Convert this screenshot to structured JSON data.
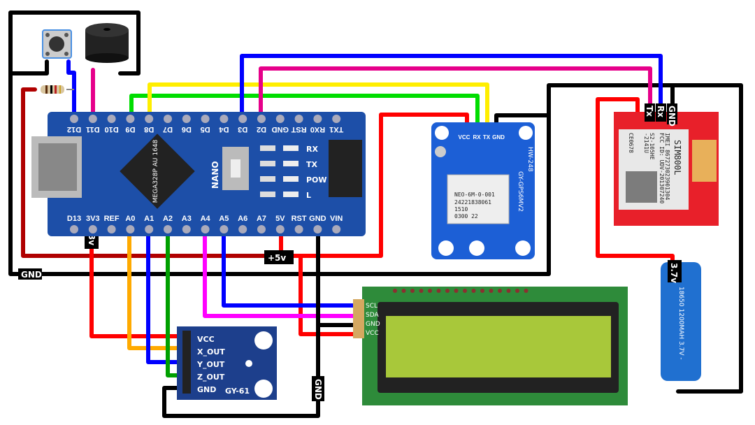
{
  "colors": {
    "red": "#ff0000",
    "dark_red": "#b00000",
    "black": "#000000",
    "blue": "#0000ff",
    "pink": "#ff00aa",
    "magenta": "#ff00ff",
    "green": "#00cc00",
    "dark_green": "#00a000",
    "yellow": "#ffff00",
    "orange": "#ffaa00",
    "board_blue": "#1d4fa8",
    "sim_red": "#e8202a",
    "lcd_green": "#2e8b3a",
    "lcd_screen": "#a8c83a",
    "battery_blue": "#2070d0"
  },
  "nano": {
    "top_pins": [
      "D12",
      "D11",
      "D10",
      "D9",
      "D8",
      "D7",
      "D6",
      "D5",
      "D4",
      "D3",
      "D2",
      "GND",
      "RST",
      "RX0",
      "TX1"
    ],
    "bottom_pins": [
      "D13",
      "3V3",
      "REF",
      "A0",
      "A1",
      "A2",
      "A3",
      "A4",
      "A5",
      "A6",
      "A7",
      "5V",
      "RST",
      "GND",
      "VIN"
    ],
    "name": "NANO",
    "chip_text": "MEGA328P AU 1648",
    "leds": [
      "RX",
      "TX",
      "POW",
      "L"
    ]
  },
  "gps": {
    "pins": [
      "VCC",
      "RX",
      "TX",
      "GND"
    ],
    "model": "GY-GPS6MV2",
    "board_id": "HW-248",
    "module_lines": [
      "NEO-6M-0-001",
      "24221838061",
      "1510",
      "0300 22"
    ]
  },
  "sim": {
    "pins": [
      "Tx",
      "Rx",
      "GND"
    ],
    "title": "SIM800L",
    "lines": [
      "IMEI 867273023901304",
      "FCC ID: UDV-201307240",
      "S2-105HE",
      "-2141U",
      "CE0678"
    ]
  },
  "accelerometer": {
    "pins": [
      "VCC",
      "X_OUT",
      "Y_OUT",
      "Z_OUT",
      "GND"
    ],
    "model": "GY-61"
  },
  "lcd": {
    "pins": [
      "SCL",
      "SDA",
      "GND",
      "VCC"
    ]
  },
  "battery": {
    "label": "3.7v",
    "text": "18650 1200MAH 3.7V -"
  },
  "wire_labels": {
    "gnd_left": "GND",
    "v33": "3.3v",
    "v5": "+5v",
    "gnd_bottom": "GND"
  }
}
